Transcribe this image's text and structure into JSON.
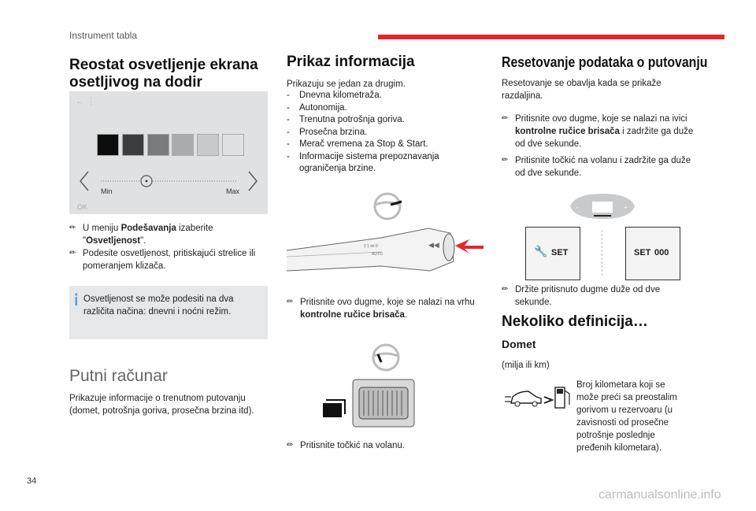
{
  "header": {
    "section": "Instrument tabla",
    "accent_color": "#e3262b"
  },
  "col1": {
    "title": "Reostat osvetljenje ekrana osetljivog na dodir",
    "screen": {
      "min_label": "Min",
      "max_label": "Max",
      "ok_label": "OK",
      "swatches": [
        "#0d0d0d",
        "#3a3c3e",
        "#787b7e",
        "#a9abad",
        "#c7c9cb",
        "#e0e1e2"
      ]
    },
    "step1_pre": "U meniju ",
    "step1_bold": "Podešavanja",
    "step1_post": " izaberite",
    "step1_line2_pre": "\"",
    "step1_line2_bold": "Osvetljenost",
    "step1_line2_post": "\".",
    "step2": "Podesite osvetljenost, pritiskajući strelice ili pomeranjem klizača.",
    "info_note": "Osvetljenost se može podesiti na dva različita načina: dnevni i noćni režim.",
    "subsection_title": "Putni računar",
    "subsection_text": "Prikazuje informacije o trenutnom putovanju (domet, potrošnja goriva, prosečna brzina itd)."
  },
  "col2": {
    "title": "Prikaz informacija",
    "intro": "Prikazuju se jedan za drugim.",
    "items": [
      "Dnevna kilometraža.",
      "Autonomija.",
      "Trenutna potrošnja goriva.",
      "Prosečna brzina.",
      "Merač vremena za Stop & Start.",
      "Informacije sistema prepoznavanja ograničenja brzine."
    ],
    "step1_pre": "Pritisnite ovo dugme, koje se nalazi na vrhu ",
    "step1_bold": "kontrolne ručice brisača",
    "step1_post": ".",
    "step2": "Pritisnite točkić na volanu."
  },
  "col3": {
    "title": "Resetovanje podataka o putovanju",
    "intro": "Resetovanje se obavlja kada se prikaže razdaljina.",
    "step1_pre": "Pritisnite ovo dugme, koje se nalazi na ivici ",
    "step1_bold": "kontrolne ručice brisača",
    "step1_post": " i zadržite ga duže od dve sekunde.",
    "step2": "Pritisnite točkić na volanu i zadržite ga duže od dve sekunde.",
    "set_label": "SET",
    "set_value": "000",
    "step3": "Držite pritisnuto dugme duže od dve sekunde.",
    "definitions_title": "Nekoliko definicija…",
    "domet_title": "Domet",
    "domet_unit": "(milja ili km)",
    "domet_text": "Broj kilometara koji se može preći sa preostalim gorivom u rezervoaru (u zavisnosti od prosečne potrošnje poslednje pređenih kilometara)."
  },
  "footer": {
    "page": "34",
    "watermark": "carmanualsonline.info"
  }
}
